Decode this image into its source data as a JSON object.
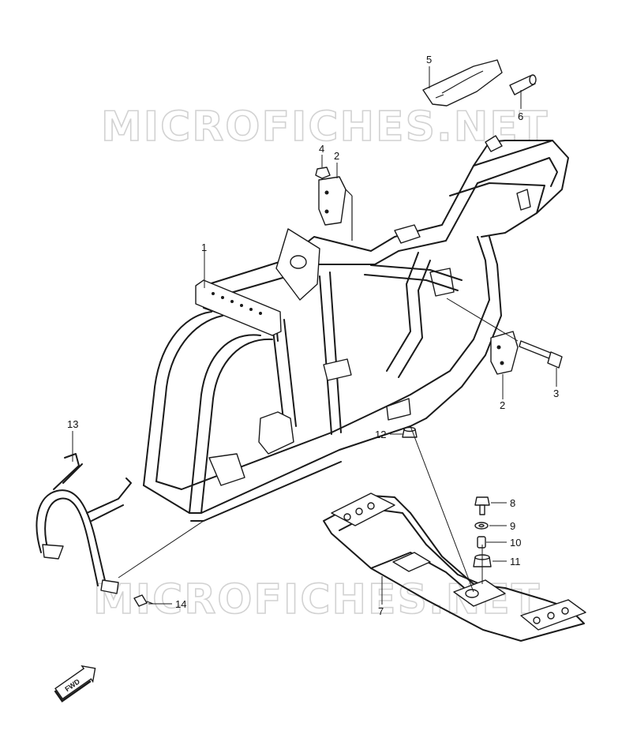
{
  "watermark": {
    "text_top": "MICROFICHES.NET",
    "text_bottom": "MICROFICHES.NET"
  },
  "callouts": [
    {
      "id": "1",
      "label": "1"
    },
    {
      "id": "2a",
      "label": "2"
    },
    {
      "id": "2b",
      "label": "2"
    },
    {
      "id": "3",
      "label": "3"
    },
    {
      "id": "4",
      "label": "4"
    },
    {
      "id": "5",
      "label": "5"
    },
    {
      "id": "6",
      "label": "6"
    },
    {
      "id": "7",
      "label": "7"
    },
    {
      "id": "8",
      "label": "8"
    },
    {
      "id": "9",
      "label": "9"
    },
    {
      "id": "10",
      "label": "10"
    },
    {
      "id": "11",
      "label": "11"
    },
    {
      "id": "12",
      "label": "12"
    },
    {
      "id": "13",
      "label": "13"
    },
    {
      "id": "14",
      "label": "14"
    }
  ],
  "fwd_badge": {
    "label": "FWD"
  }
}
